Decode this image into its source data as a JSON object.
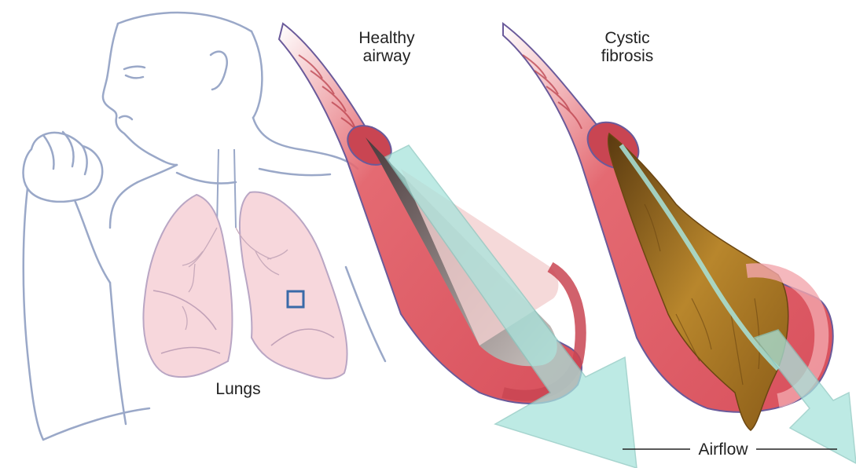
{
  "labels": {
    "healthy_line1": "Healthy",
    "healthy_line2": "airway",
    "cystic_line1": "Cystic",
    "cystic_line2": "fibrosis",
    "lungs": "Lungs",
    "airflow": "Airflow"
  },
  "colors": {
    "background": "#ffffff",
    "outline": "#9aa8c8",
    "lung_fill": "#f7d7dc",
    "airway_wall": "#e46a72",
    "airway_dark": "#b83a46",
    "mucus": "#a9781f",
    "airflow_arrow": "#a8e4dc",
    "lumen_gray": "#7a7070"
  }
}
